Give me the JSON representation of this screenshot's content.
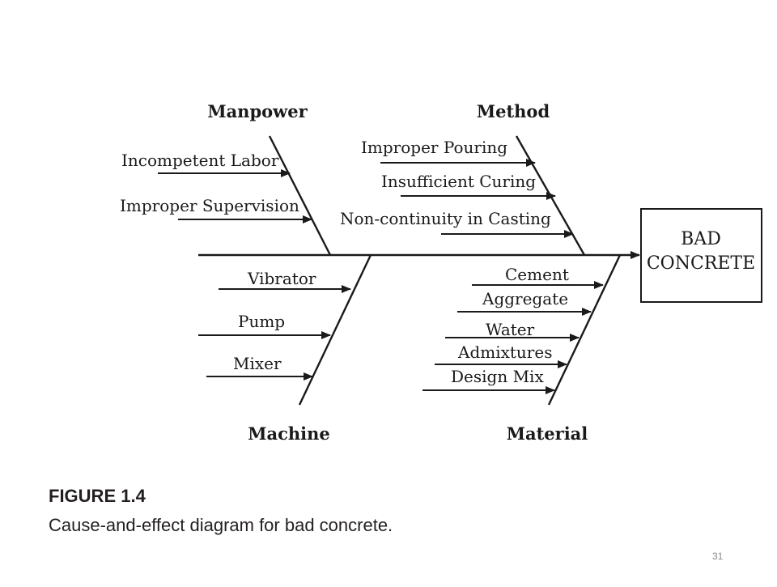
{
  "diagram": {
    "categories": {
      "manpower": "Manpower",
      "method": "Method",
      "machine": "Machine",
      "material": "Material"
    },
    "effect": {
      "line1": "BAD",
      "line2": "CONCRETE"
    },
    "causes": {
      "manpower": [
        "Incompetent Labor",
        "Improper Supervision"
      ],
      "method": [
        "Improper Pouring",
        "Insufficient Curing",
        "Non-continuity in Casting"
      ],
      "machine": [
        "Vibrator",
        "Pump",
        "Mixer"
      ],
      "material": [
        "Cement",
        "Aggregate",
        "Water",
        "Admixtures",
        "Design Mix"
      ]
    }
  },
  "caption": {
    "title": "FIGURE 1.4",
    "text": "Cause-and-effect diagram for bad concrete."
  },
  "page_number": "31"
}
